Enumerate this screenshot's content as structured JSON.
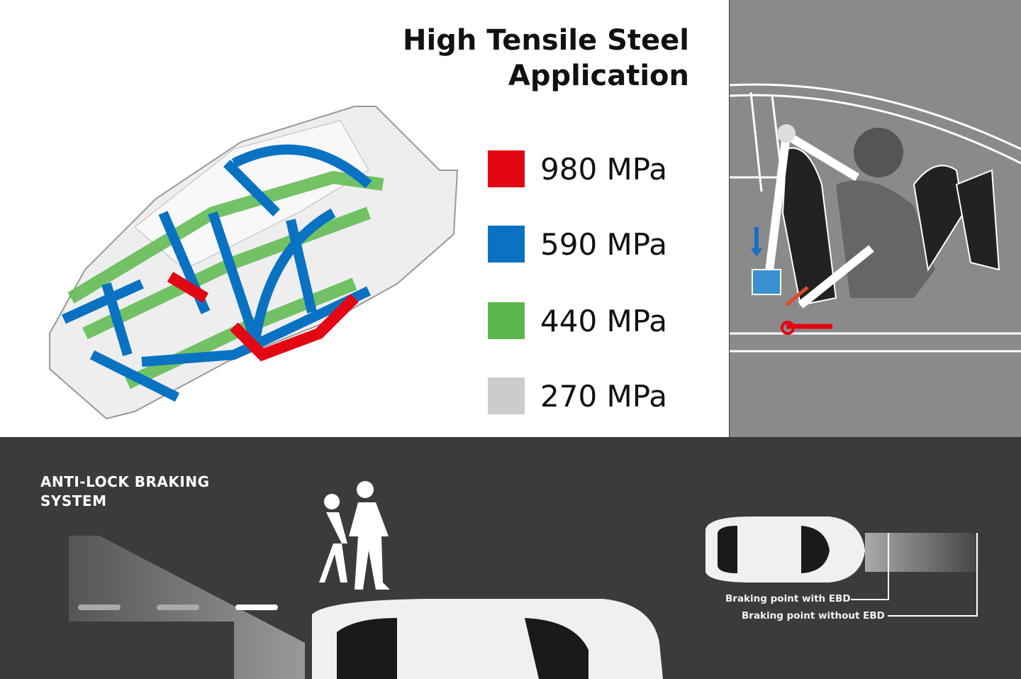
{
  "steel": {
    "title_line1": "High Tensile Steel",
    "title_line2": "Application",
    "legend": [
      {
        "label": "980 MPa",
        "color": "#e30613"
      },
      {
        "label": "590 MPa",
        "color": "#0a72c2"
      },
      {
        "label": "440 MPa",
        "color": "#5cb84c"
      },
      {
        "label": "270 MPa",
        "color": "#cccccc"
      }
    ]
  },
  "seatbelt": {
    "background": "#8a8a8a"
  },
  "abs": {
    "title_line1": "ANTI-LOCK BRAKING",
    "title_line2": "SYSTEM",
    "ebd_with": "Braking point with EBD",
    "ebd_without": "Braking point without EBD"
  }
}
